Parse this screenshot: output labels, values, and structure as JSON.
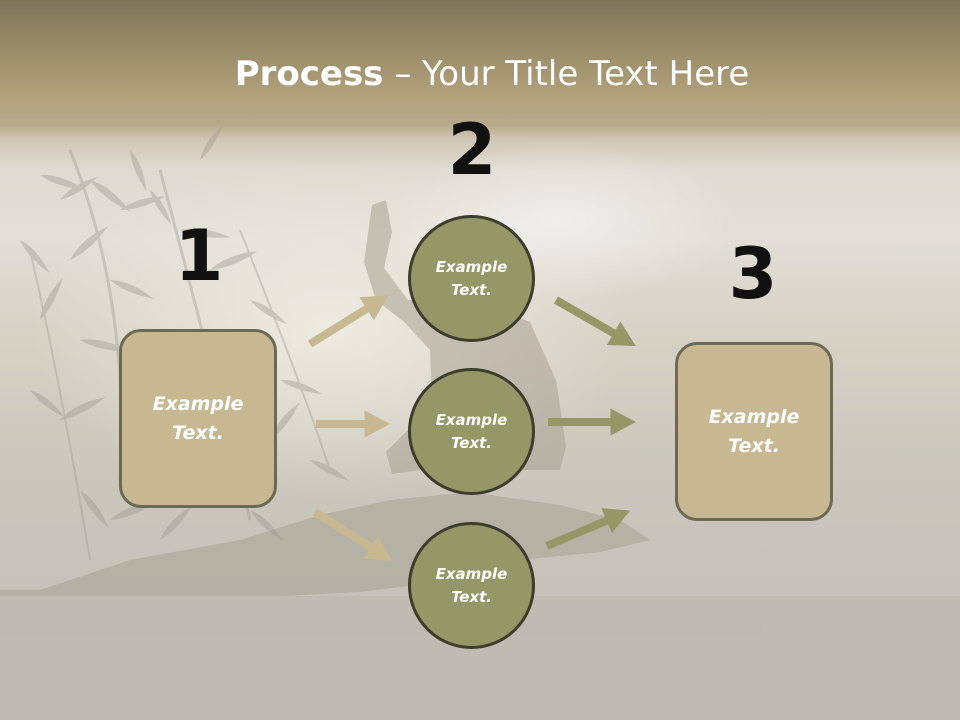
{
  "slide": {
    "title_bold": "Process",
    "title_rest": " – Your Title Text Here",
    "steps": [
      {
        "number": "1",
        "text": "Example Text."
      },
      {
        "number": "2",
        "items": [
          "Example Text.",
          "Example Text.",
          "Example Text."
        ]
      },
      {
        "number": "3",
        "text": "Example Text."
      }
    ]
  },
  "colors": {
    "box_fill": "#c8b891",
    "circle_fill": "#949866",
    "arrow_tan": "#c8b891",
    "arrow_olive": "#949866"
  }
}
